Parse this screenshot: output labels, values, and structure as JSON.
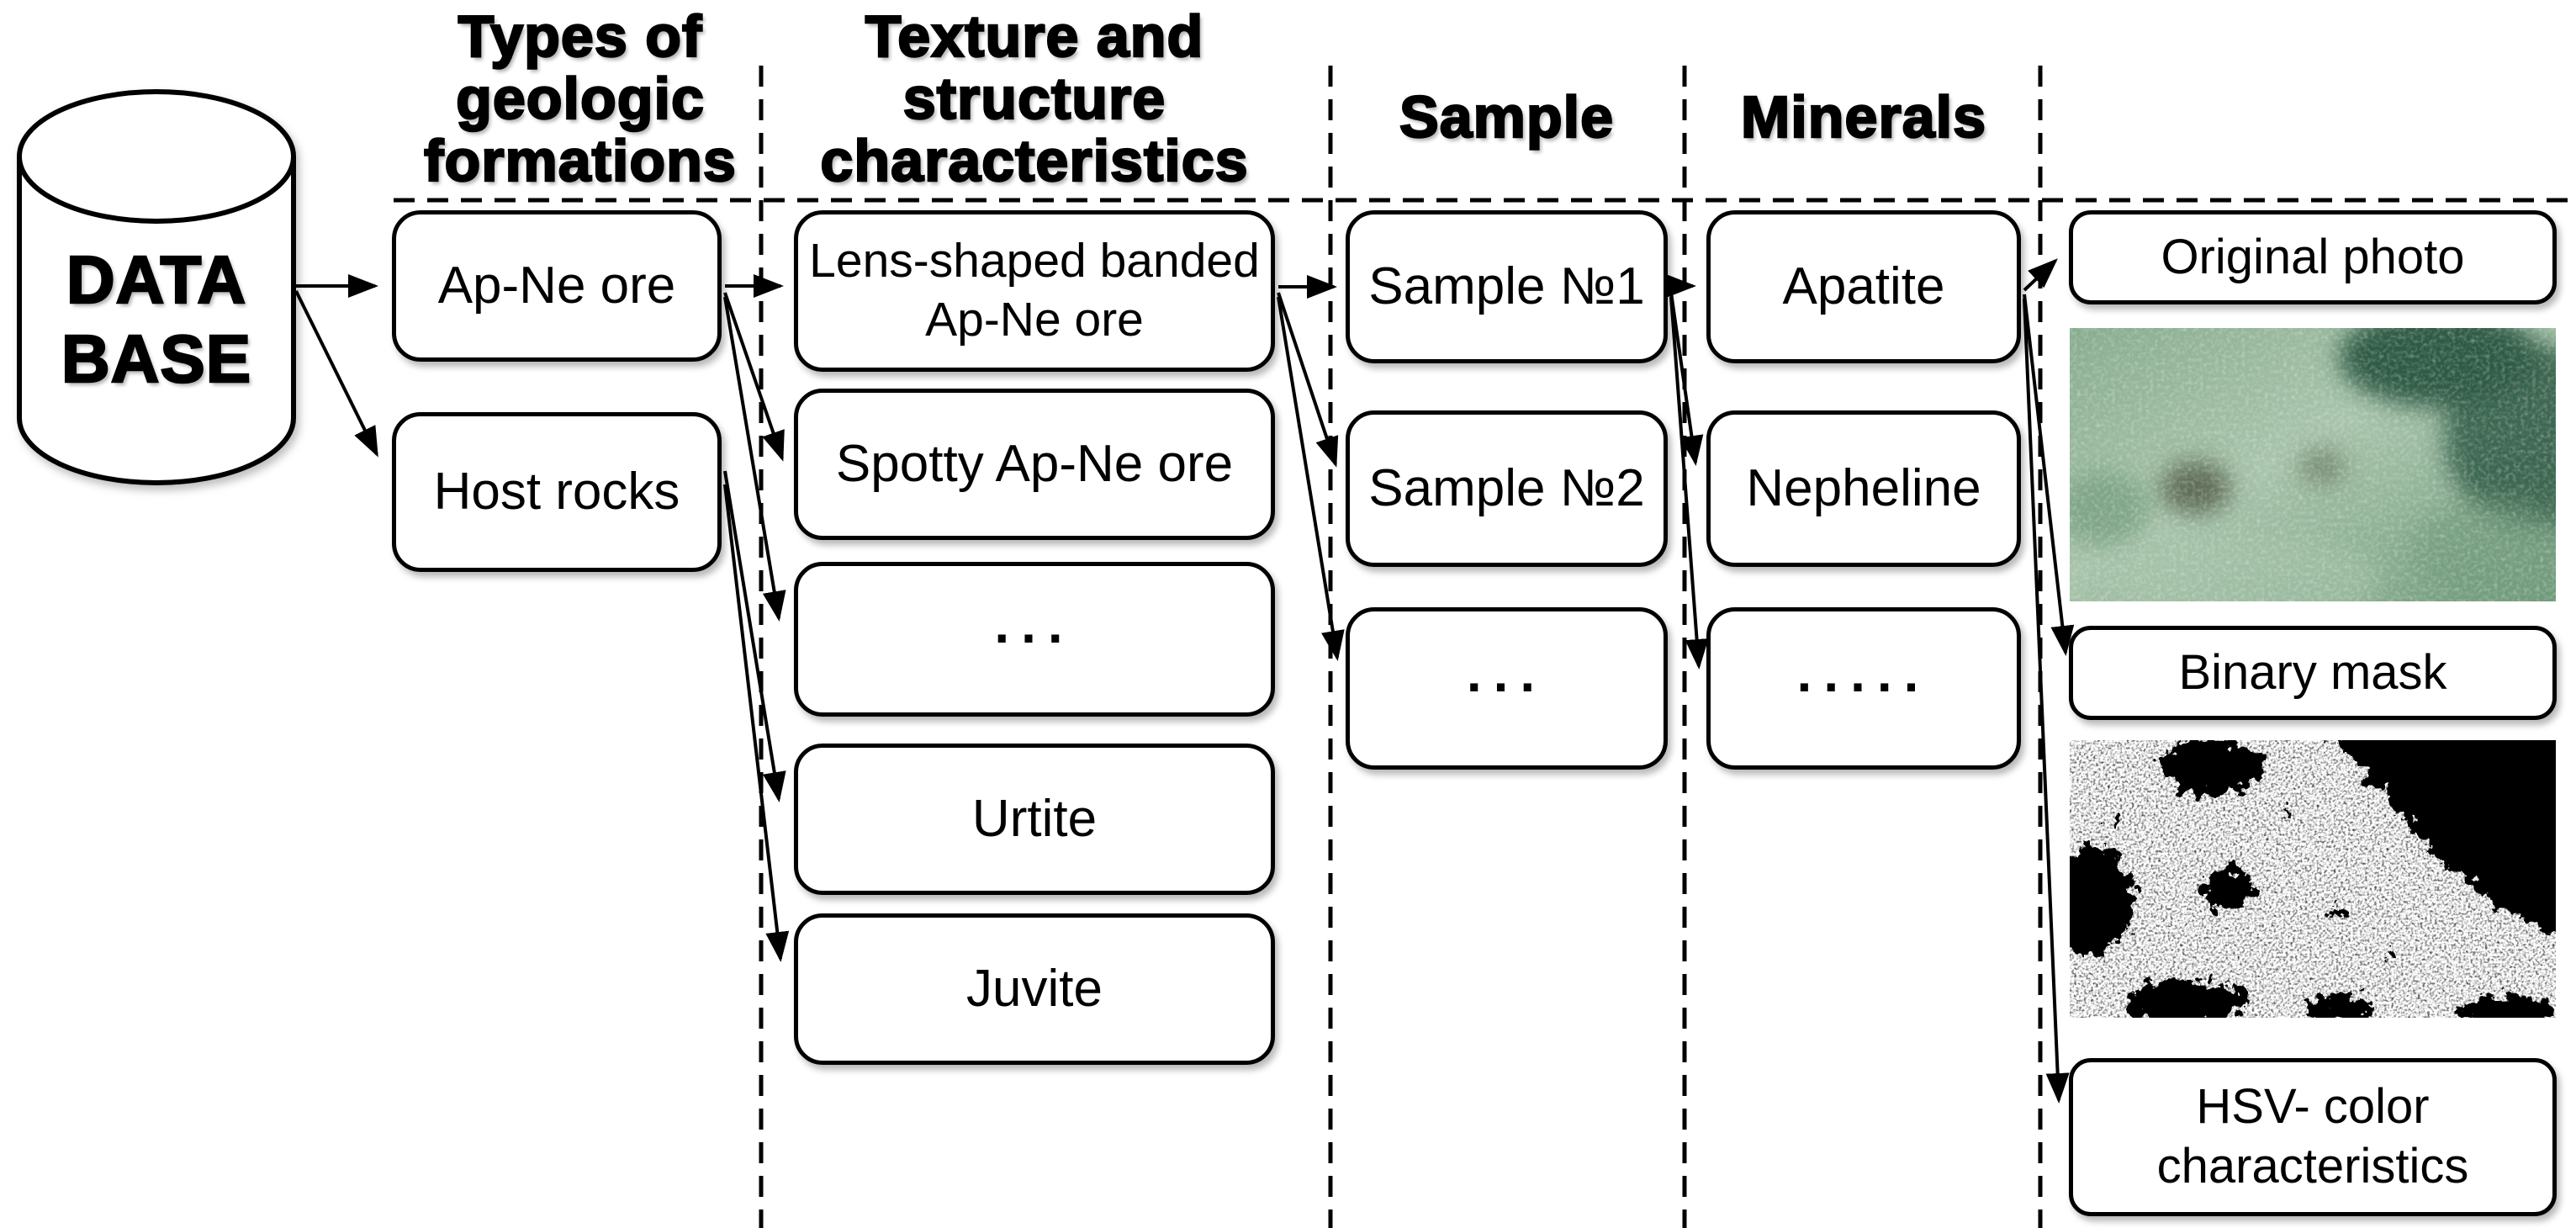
{
  "cylinder": {
    "line1": "DATA",
    "line2": "BASE"
  },
  "headers": {
    "types": [
      "Types of",
      "geologic",
      "formations"
    ],
    "texture": [
      "Texture and",
      "structure",
      "characteristics"
    ],
    "sample": "Sample",
    "minerals": "Minerals"
  },
  "formations": {
    "ore": "Ap-Ne ore",
    "host": "Host rocks"
  },
  "textures": {
    "lens_line1": "Lens-shaped banded",
    "lens_line2": "Ap-Ne ore",
    "spotty": "Spotty Ap-Ne ore",
    "dots": "...",
    "urtite": "Urtite",
    "juvite": "Juvite"
  },
  "samples": {
    "s1": "Sample №1",
    "s2": "Sample №2",
    "dots": "..."
  },
  "minerals_col": {
    "m1": "Apatite",
    "m2": "Nepheline",
    "dots": "....."
  },
  "outputs": {
    "photo": "Original photo",
    "mask": "Binary mask",
    "hsv_line1": "HSV- color",
    "hsv_line2": "characteristics"
  },
  "colors": {
    "ink": "#000000",
    "background": "#ffffff",
    "photo_light": "#a8c4ab",
    "photo_base": "#88ac8e",
    "photo_shade": "#6f9a7a",
    "photo_dark": "#2e5a44",
    "photo_brown": "#55634c",
    "mask_fg": "#000000",
    "mask_bg": "#ffffff"
  }
}
